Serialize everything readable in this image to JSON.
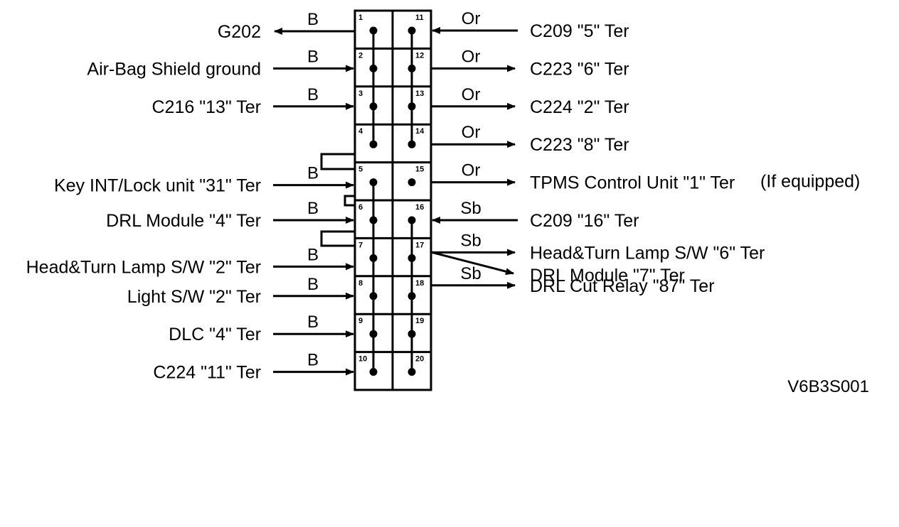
{
  "left_rows": [
    {
      "pin": "1",
      "label": "G202",
      "color": "B",
      "dir": "out"
    },
    {
      "pin": "2",
      "label": "Air-Bag Shield ground",
      "color": "B",
      "dir": "in"
    },
    {
      "pin": "3",
      "label": "C216 \"13\" Ter",
      "color": "B",
      "dir": "in"
    },
    {
      "pin": "4",
      "label": "",
      "color": "",
      "dir": ""
    },
    {
      "pin": "5",
      "label": "Key INT/Lock unit \"31\" Ter",
      "color": "B",
      "dir": "in"
    },
    {
      "pin": "6",
      "label": "DRL Module \"4\" Ter",
      "color": "B",
      "dir": "in"
    },
    {
      "pin": "7",
      "label": "Head&Turn Lamp S/W \"2\" Ter",
      "color": "B",
      "dir": "in"
    },
    {
      "pin": "8",
      "label": "Light S/W \"2\" Ter",
      "color": "B",
      "dir": "in"
    },
    {
      "pin": "9",
      "label": "DLC \"4\" Ter",
      "color": "B",
      "dir": "in"
    },
    {
      "pin": "10",
      "label": "C224 \"11\" Ter",
      "color": "B",
      "dir": "in"
    }
  ],
  "right_rows": [
    {
      "pin": "11",
      "label": "C209 \"5\" Ter",
      "color": "Or",
      "dir": "in"
    },
    {
      "pin": "12",
      "label": "C223 \"6\" Ter",
      "color": "Or",
      "dir": "out"
    },
    {
      "pin": "13",
      "label": "C224 \"2\" Ter",
      "color": "Or",
      "dir": "out"
    },
    {
      "pin": "14",
      "label": "C223 \"8\" Ter",
      "color": "Or",
      "dir": "out"
    },
    {
      "pin": "15",
      "label": "TPMS Control Unit \"1\" Ter",
      "color": "Or",
      "dir": "out",
      "note": "(If equipped)"
    },
    {
      "pin": "16",
      "label": "C209 \"16\" Ter",
      "color": "Sb",
      "dir": "in"
    },
    {
      "pin": "17",
      "label": "Head&Turn Lamp S/W \"6\" Ter",
      "color": "Sb",
      "dir": "out"
    },
    {
      "pin": "18",
      "label": "DRL Cut Relay \"87\" Ter",
      "color": "Sb",
      "dir": "out"
    },
    {
      "pin": "19",
      "label": "",
      "color": "",
      "dir": ""
    },
    {
      "pin": "20",
      "label": "",
      "color": "",
      "dir": ""
    }
  ],
  "extra_right_label": "DRL Module \"7\" Ter",
  "diagram_code": "V6B3S001"
}
